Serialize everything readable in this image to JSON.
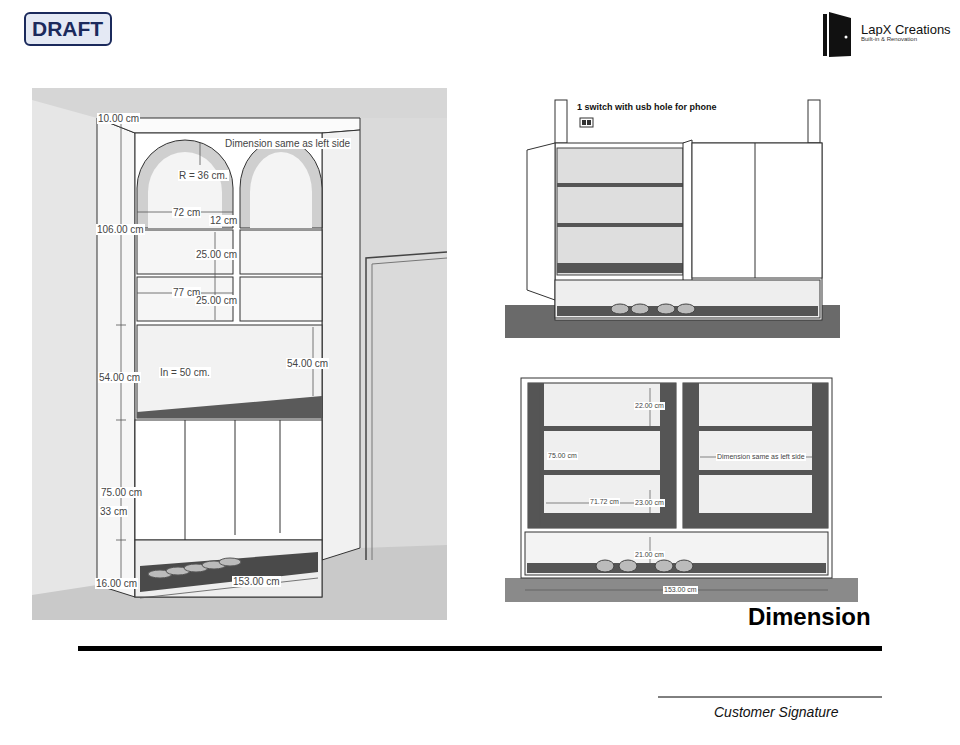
{
  "diagram": {
    "title": "Dimension",
    "nodes": [
      {
        "text": [
          "DRAFT"
        ]
      }
    ],
    "labels": [
      "10.00 cm",
      "Dimension same as left side",
      "R = 36 cm.",
      "72 cm",
      "12 cm",
      "106.00 cm",
      "25.00 cm",
      "77 cm",
      "25.00 cm",
      "54.00 cm",
      "In = 50 cm.",
      "54.00 cm",
      "75.00 cm",
      "33 cm",
      "16.00 cm",
      "153.00 cm",
      "1 switch with usb hole for phone",
      "22.00 cm",
      "75.00 cm",
      "Dimension same as left side",
      "71.72 cm",
      "23.00 cm",
      "21.00 cm",
      "153.00 cm",
      "LapX Creations",
      "Built-in & Renovation",
      "Customer Signature"
    ]
  }
}
